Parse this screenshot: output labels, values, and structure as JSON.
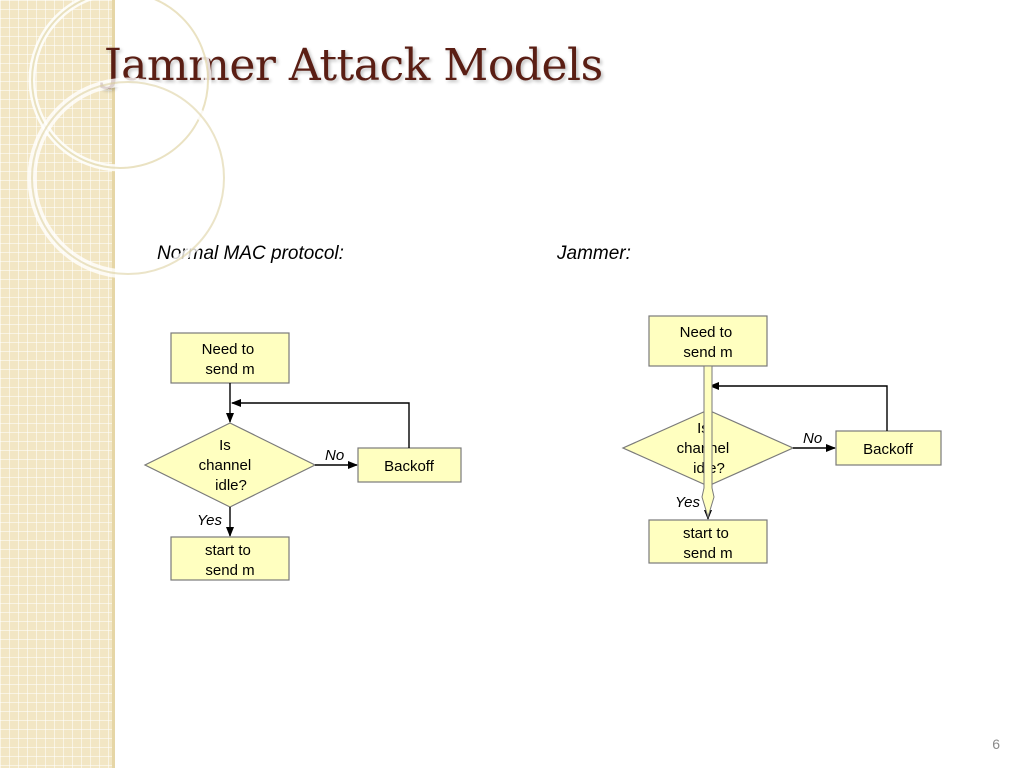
{
  "title": "Jammer Attack Models",
  "page_number": "6",
  "colors": {
    "box_fill": "#ffffc0",
    "title": "#5a1e14",
    "sidebar": "#f2e6c4"
  },
  "normal": {
    "caption": "Normal MAC protocol:",
    "need_line1": "Need to",
    "need_line2": "send m",
    "decision_line1": "Is",
    "decision_line2": "channel",
    "decision_line3": "idle?",
    "no_label": "No",
    "backoff": "Backoff",
    "yes_label": "Yes",
    "start_line1": "start to",
    "start_line2": "send m"
  },
  "jammer": {
    "caption": "Jammer:",
    "need_line1": "Need to",
    "need_line2": "send m",
    "decision_line1": "Is",
    "decision_line2": "channel",
    "decision_line3": "idle?",
    "no_label": "No",
    "backoff": "Backoff",
    "yes_label": "Yes",
    "start_line1": "start to",
    "start_line2": "send m"
  }
}
